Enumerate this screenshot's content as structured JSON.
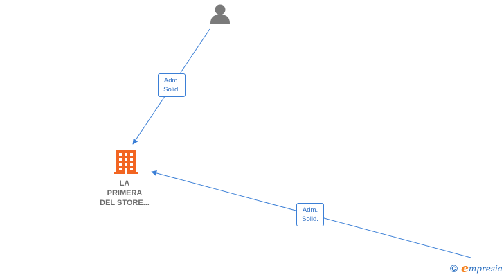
{
  "nodes": {
    "person": {
      "icon": "person-icon",
      "color": "#7a7a7a"
    },
    "company": {
      "icon": "building-icon",
      "color": "#f26522",
      "label_lines": [
        "LA",
        "PRIMERA",
        "DEL STORE..."
      ]
    }
  },
  "edges": [
    {
      "from": "person",
      "to": "company",
      "label_lines": [
        "Adm.",
        "Solid."
      ]
    },
    {
      "from": "offscreen-bottom-right",
      "to": "company",
      "label_lines": [
        "Adm.",
        "Solid."
      ]
    }
  ],
  "edge_color": "#3b7fd6",
  "brand": {
    "copyright": "©",
    "initial": "e",
    "rest": "mpresia",
    "initial_color": "#f5821f",
    "text_color": "#2a6fc0"
  }
}
